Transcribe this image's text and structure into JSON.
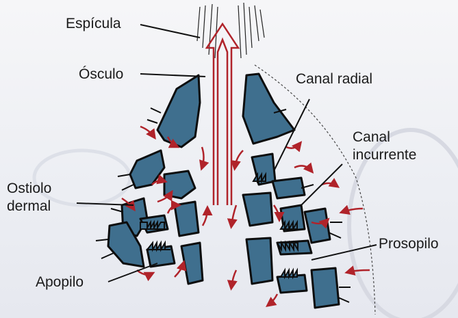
{
  "labels": {
    "espicula": "Espícula",
    "osculo": "Ósculo",
    "canal_radial": "Canal radial",
    "canal_incurrente_1": "Canal",
    "canal_incurrente_2": "incurrente",
    "ostiolo_1": "Ostiolo",
    "ostiolo_2": "dermal",
    "prosopilo": "Prosopilo",
    "apopilo": "Apopilo"
  },
  "colors": {
    "tissue_fill": "#3f6f8e",
    "tissue_outline": "#0d0d0d",
    "flow_arrows": "#b0232a",
    "label_text": "#1a1a1a",
    "background": "#f0f1f5"
  }
}
